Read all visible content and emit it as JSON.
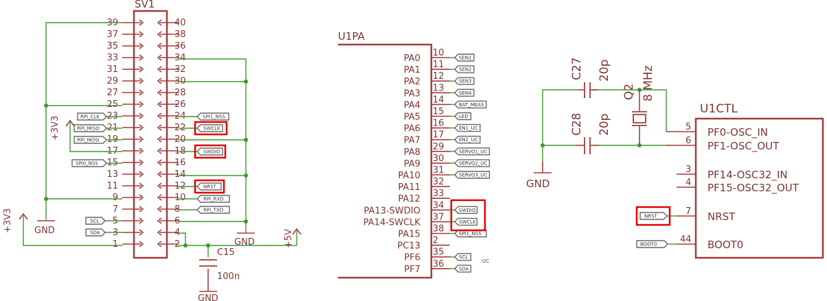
{
  "header": {
    "title": "SV1"
  },
  "sv1": {
    "left_pins": [
      "39",
      "37",
      "35",
      "33",
      "31",
      "29",
      "27",
      "25",
      "23",
      "21",
      "19",
      "17",
      "15",
      "13",
      "11",
      "9",
      "7",
      "5",
      "3",
      "1"
    ],
    "right_pins": [
      "40",
      "38",
      "36",
      "34",
      "32",
      "30",
      "28",
      "26",
      "24",
      "22",
      "20",
      "18",
      "16",
      "14",
      "12",
      "10",
      "8",
      "6",
      "4",
      "2"
    ],
    "left_labels": {
      "RPI_CLK": "RPI_CLK",
      "RPI_MISO": "RPI_MISO",
      "RPI_MOSI": "RPI_MOSI",
      "SPI0_NSS": "SPI0_NSS",
      "SCL": "SCL",
      "SDA": "SDA"
    },
    "right_labels": {
      "SPI1_NSS": "SPI1_NSS",
      "SWCLK": "SWCLK",
      "SWDIO": "SWDIO",
      "NRST": "NRST",
      "RPI_RXD": "RPI_RXD",
      "RPI_TXD": "RPI_TXD"
    },
    "supply_left": "+3V3",
    "supply_far": "+3V3",
    "supply_right": "+5V",
    "gnd_left": "GND",
    "gnd_right": "GND",
    "gnd_cap": "GND",
    "cap_name": "C15",
    "cap_value": "100n"
  },
  "u1pa": {
    "title": "U1PA",
    "pins": [
      {
        "name": "PA0",
        "num": "10",
        "label": "SEN1"
      },
      {
        "name": "PA1",
        "num": "11",
        "label": "SEN2"
      },
      {
        "name": "PA2",
        "num": "12",
        "label": "SEN3"
      },
      {
        "name": "PA3",
        "num": "13",
        "label": "SEN4"
      },
      {
        "name": "PA4",
        "num": "14",
        "label": "BAT_MEAS"
      },
      {
        "name": "PA5",
        "num": "15",
        "label": "LED"
      },
      {
        "name": "PA6",
        "num": "16",
        "label": "EN1_UC"
      },
      {
        "name": "PA7",
        "num": "17",
        "label": "EN2_UC"
      },
      {
        "name": "PA8",
        "num": "29",
        "label": "SERVO1_UC"
      },
      {
        "name": "PA9",
        "num": "30",
        "label": "SERVO2_UC"
      },
      {
        "name": "PA10",
        "num": "31",
        "label": "SERVO3_UC"
      },
      {
        "name": "PA11",
        "num": "32",
        "label": ""
      },
      {
        "name": "PA12",
        "num": "33",
        "label": ""
      },
      {
        "name": "PA13-SWDIO",
        "num": "34",
        "label": "SWDIO"
      },
      {
        "name": "PA14-SWCLK",
        "num": "37",
        "label": "SWCLK"
      },
      {
        "name": "PA15",
        "num": "38",
        "label": "SPI1_NSS"
      },
      {
        "name": "PC13",
        "num": "2",
        "label": ""
      },
      {
        "name": "PF6",
        "num": "35",
        "label": "SCL"
      },
      {
        "name": "PF7",
        "num": "36",
        "label": "SDA"
      }
    ],
    "note": "I2C"
  },
  "u1ctl": {
    "title": "U1CTL",
    "pins": [
      {
        "name": "PF0-OSC_IN",
        "num": "5"
      },
      {
        "name": "PF1-OSC_OUT",
        "num": "6"
      },
      {
        "name": "PF14-OSC32_IN",
        "num": "3"
      },
      {
        "name": "PF15-OSC32_OUT",
        "num": "4"
      },
      {
        "name": "NRST",
        "num": "7"
      },
      {
        "name": "BOOT0",
        "num": "44"
      }
    ],
    "nrst_label": "NRST",
    "boot_label": "BOOT0",
    "c27_name": "C27",
    "c27_value": "20p",
    "c28_name": "C28",
    "c28_value": "20p",
    "q2_name": "Q2",
    "q2_value": "8 MHz",
    "gnd": "GND"
  },
  "colors": {
    "part": "#a33a3a",
    "wire": "#3a9a2a",
    "highlight": "#e00000",
    "label_border": "#666666"
  }
}
